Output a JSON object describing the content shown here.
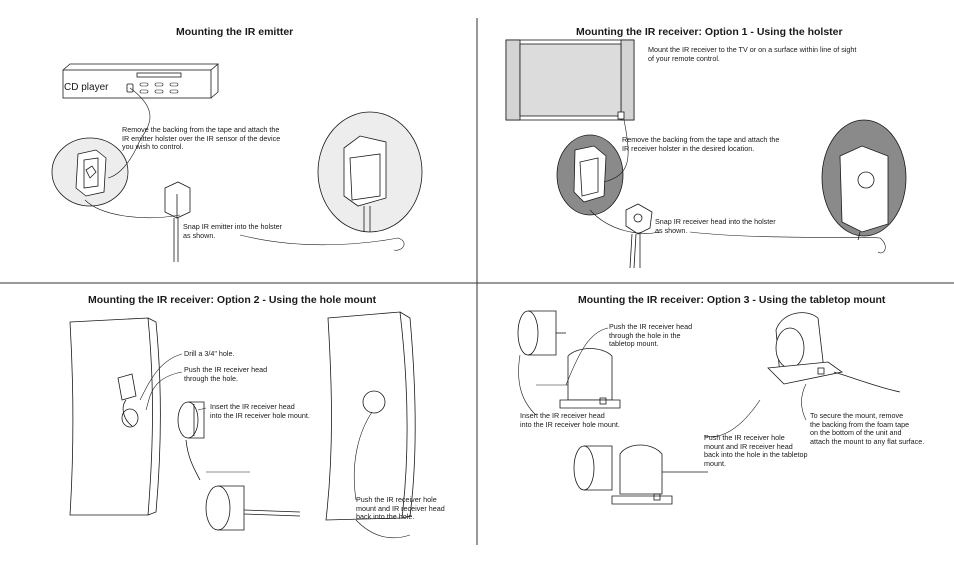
{
  "panels": {
    "emitter": {
      "title": "Mounting the IR emitter",
      "device_label": "CD player",
      "note_backing": "Remove the backing from the tape and attach the\nIR emitter holster over the IR sensor of the device\nyou wish to control.",
      "note_snap": "Snap IR emitter into the holster\nas shown."
    },
    "holster": {
      "title": "Mounting the IR receiver: Option 1 - Using the holster",
      "note_mount": "Mount the IR receiver to the TV or on a surface within line of sight\n of your remote control.",
      "note_backing": "Remove the backing from the tape and attach the\nIR receiver holster in the desired location.",
      "note_snap": "Snap IR receiver head into the holster\nas shown."
    },
    "hole_mount": {
      "title": "Mounting the IR receiver: Option 2 - Using the hole mount",
      "note_drill": "Drill a 3/4\" hole.",
      "note_push": "Push the IR receiver head\nthrough the hole.",
      "note_insert": "Insert the IR receiver head\ninto the IR receiver hole mount.",
      "note_pushback": "Push the IR receiver hole\nmount and IR receiver head\nback into the hole."
    },
    "tabletop": {
      "title": "Mounting the IR receiver: Option 3 - Using the tabletop mount",
      "note_push": "Push the IR receiver head\nthrough the hole in the\ntabletop mount.",
      "note_insert": "Insert the IR receiver head\ninto the IR receiver hole mount.",
      "note_pushback": "Push the IR receiver hole\nmount and IR receiver head\nback into the hole in the tabletop\nmount.",
      "note_secure": "To secure the mount, remove\nthe backing from the foam tape\non the bottom of the unit and\nattach the mount to any flat surface."
    }
  },
  "colors": {
    "line": "#1a1a1a",
    "divider": "#333333",
    "circle_fill": "#ededed",
    "circle_fill_dark": "#8a8a8a",
    "tv_fill": "#d4d4d4"
  }
}
